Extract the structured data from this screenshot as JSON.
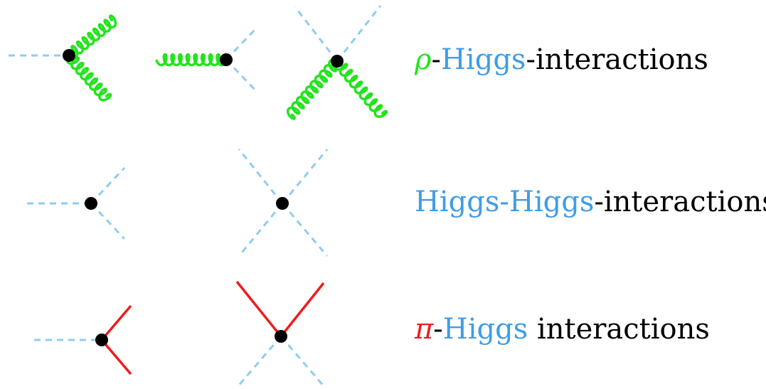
{
  "colors": {
    "rho": "#22e41c",
    "higgs": "#3f9de6",
    "higgs_line": "#8ecdf0",
    "pi": "#ee1c1c",
    "vertex": "#000000",
    "text": "#000000"
  },
  "rows": [
    {
      "id": "rho",
      "label": {
        "symbol": "ρ",
        "dash1": "-",
        "higgs": "Higgs",
        "rest": "-interactions"
      },
      "diagrams": [
        {
          "name": "rho-higgs-three-point-1",
          "vertex_count": 1
        },
        {
          "name": "rho-higgs-three-point-2",
          "vertex_count": 1
        },
        {
          "name": "rho-rho-higgs-higgs-four-point",
          "vertex_count": 1
        }
      ]
    },
    {
      "id": "higgs",
      "label": {
        "higgs1": "Higgs",
        "dash1": "-",
        "higgs2": "Higgs",
        "rest": "-interactions"
      },
      "diagrams": [
        {
          "name": "higgs-three-point",
          "vertex_count": 1
        },
        {
          "name": "higgs-four-point",
          "vertex_count": 1
        }
      ]
    },
    {
      "id": "pi",
      "label": {
        "symbol": "π",
        "dash1": "-",
        "higgs": "Higgs",
        "rest": " interactions"
      },
      "diagrams": [
        {
          "name": "pi-pi-higgs-three-point",
          "vertex_count": 1
        },
        {
          "name": "pi-pi-higgs-higgs-four-point",
          "vertex_count": 1
        }
      ]
    }
  ]
}
